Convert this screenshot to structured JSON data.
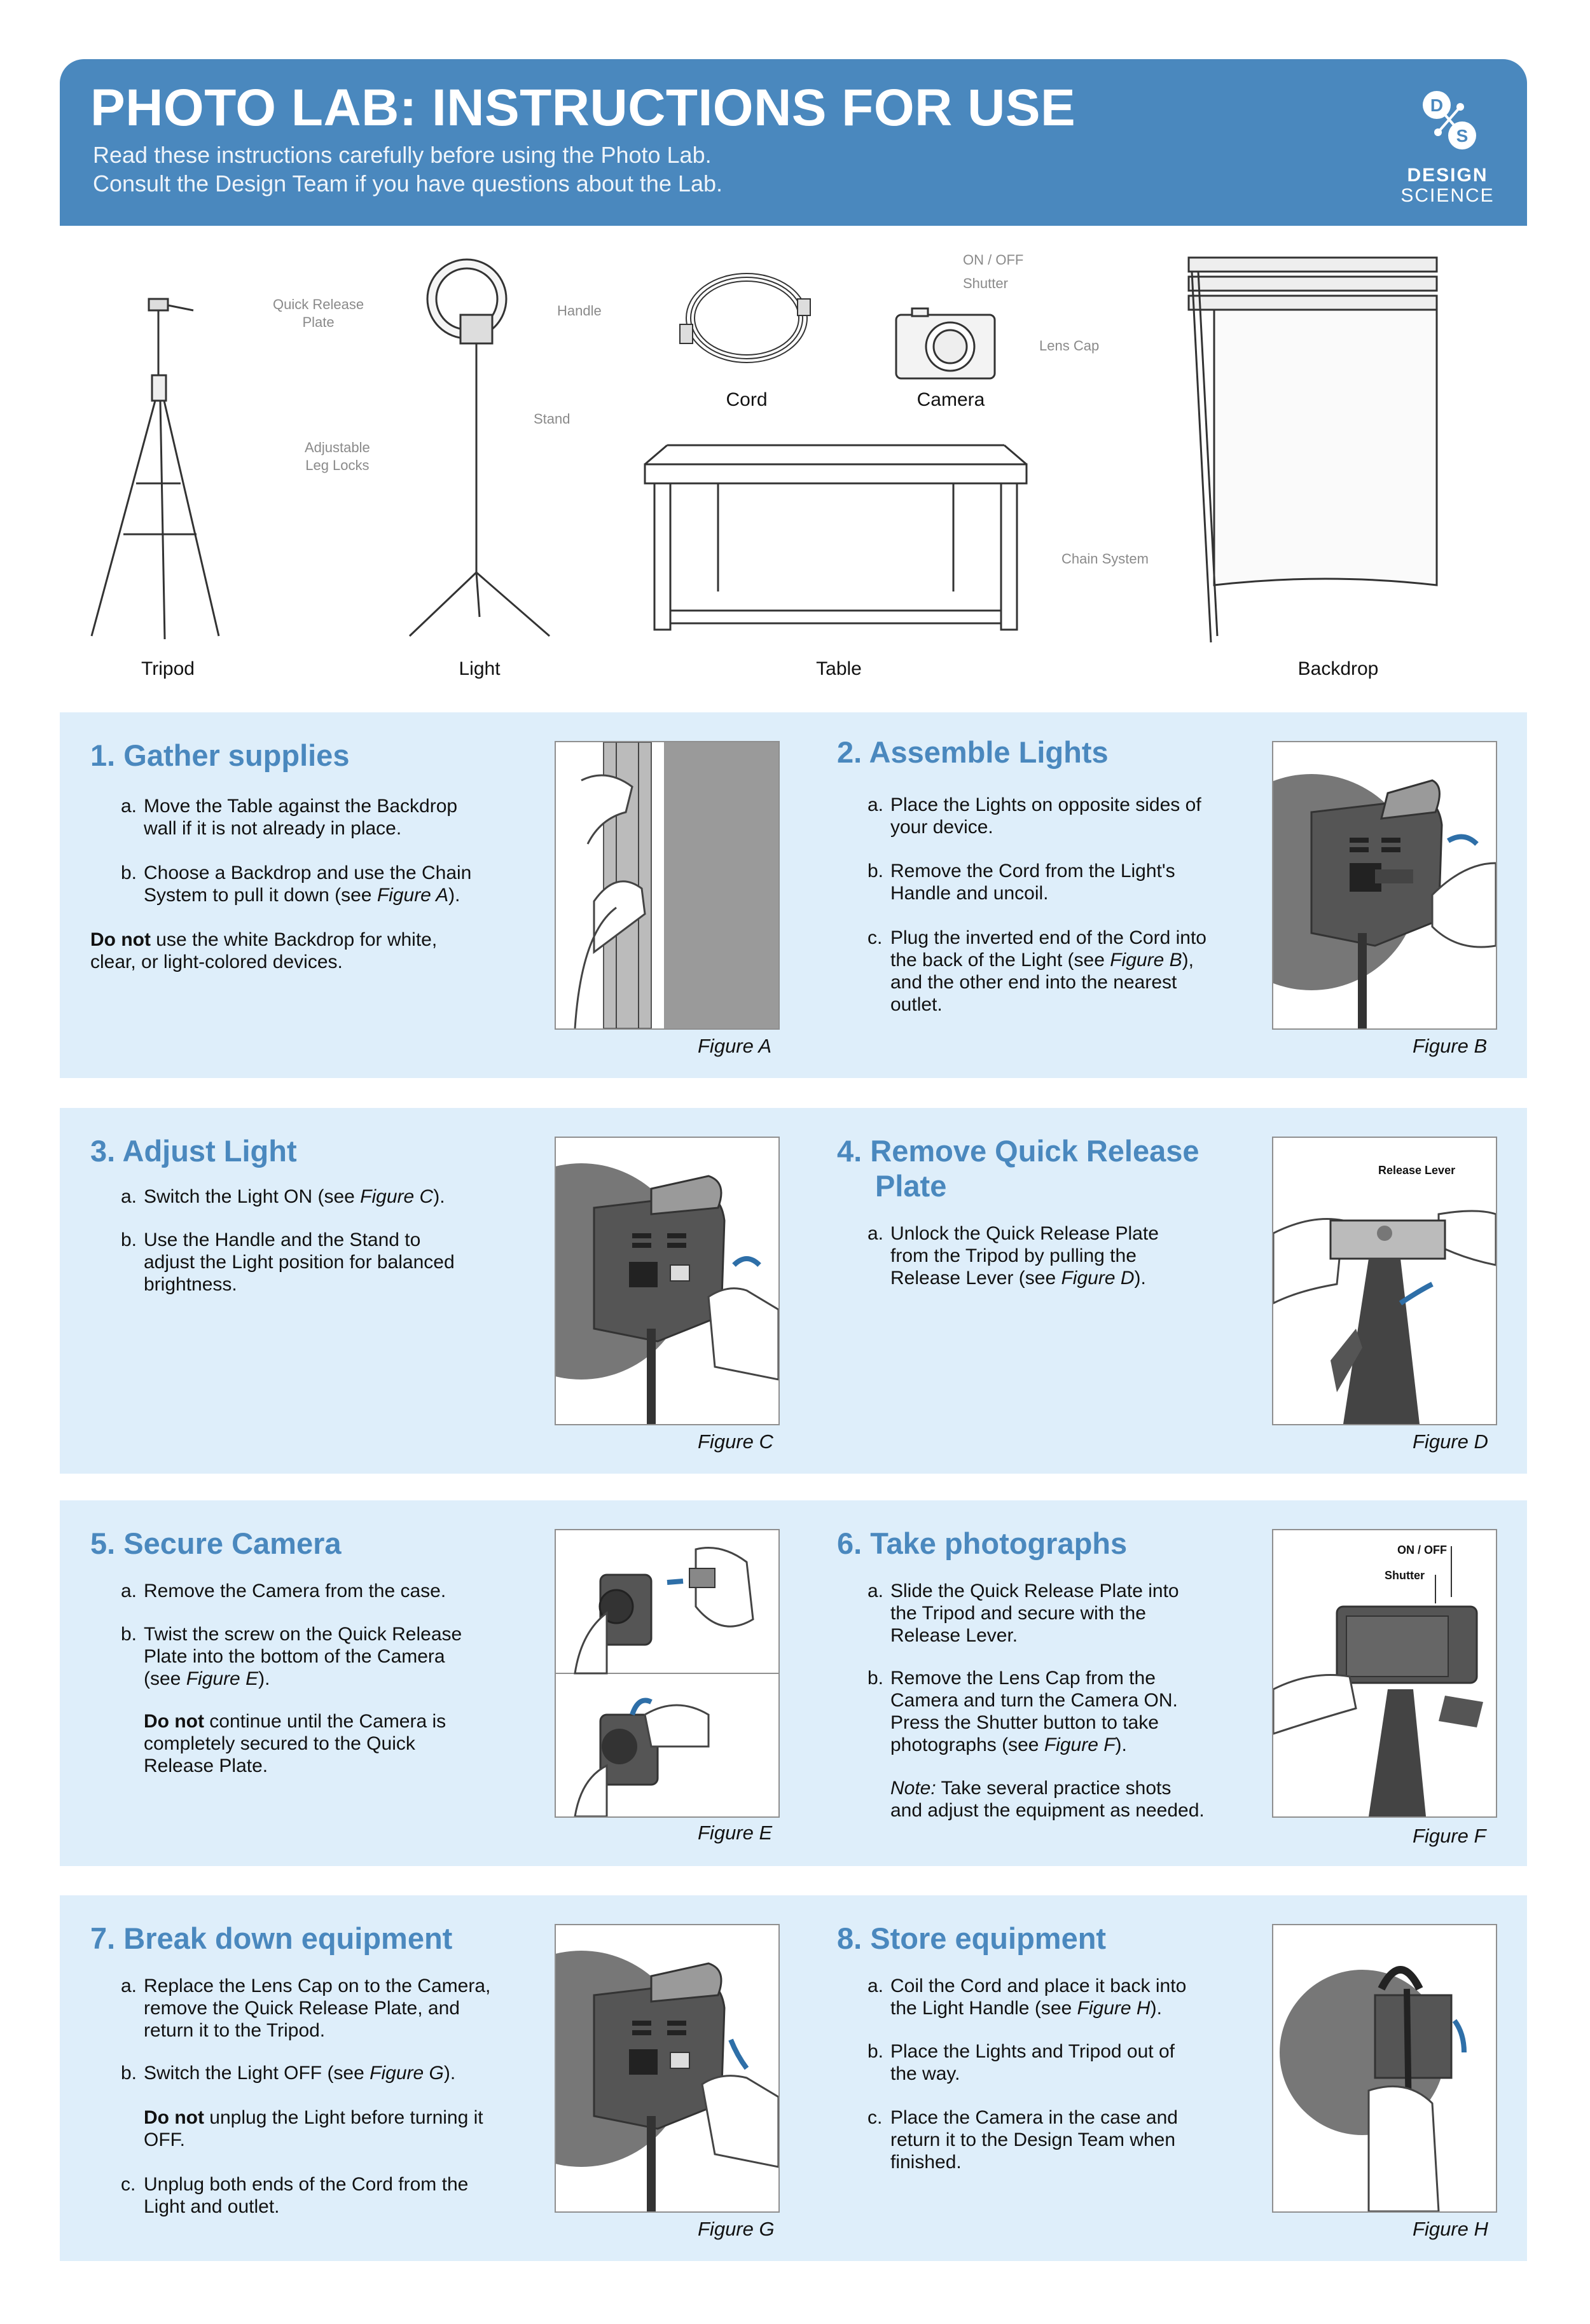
{
  "header": {
    "title": "PHOTO LAB: INSTRUCTIONS FOR USE",
    "subtitle_1": "Read these instructions carefully before using the Photo Lab.",
    "subtitle_2": "Consult the Design Team if you have questions about the Lab.",
    "logo_letter_d": "D",
    "logo_letter_s": "S",
    "logo_word_1": "DESIGN",
    "logo_word_2": "SCIENCE"
  },
  "equipment": {
    "tripod": {
      "label": "Tripod",
      "callout_plate_1": "Quick Release",
      "callout_plate_2": "Plate",
      "callout_legs_1": "Adjustable",
      "callout_legs_2": "Leg Locks"
    },
    "light": {
      "label": "Light",
      "callout_handle": "Handle",
      "callout_stand": "Stand"
    },
    "cord": {
      "label": "Cord"
    },
    "camera": {
      "label": "Camera",
      "callout_onoff": "ON / OFF",
      "callout_shutter": "Shutter",
      "callout_lenscap": "Lens Cap"
    },
    "table": {
      "label": "Table"
    },
    "backdrop": {
      "label": "Backdrop",
      "callout_chain": "Chain System"
    }
  },
  "steps": [
    {
      "title": "1. Gather supplies",
      "figure": "Figure A",
      "items": [
        {
          "label": "a.",
          "line1": "Move the Table against the Backdrop",
          "line2": "wall if it is not already in place."
        },
        {
          "label": "b.",
          "line1": "Choose a Backdrop and use the Chain",
          "line2_pre": "System to pull it down (see ",
          "line2_fig": "Figure A",
          "line2_post": ")."
        }
      ],
      "note_bold": "Do not",
      "note_rest": " use the white Backdrop for white,",
      "note_line2": "clear, or light-colored devices."
    },
    {
      "title": "2. Assemble Lights",
      "figure": "Figure B",
      "items": [
        {
          "label": "a.",
          "line1": "Place the Lights on opposite sides of",
          "line2": "your device."
        },
        {
          "label": "b.",
          "line1": "Remove the Cord from the Light's",
          "line2": "Handle and uncoil."
        },
        {
          "label": "c.",
          "line1": "Plug the inverted end of the Cord into",
          "line2_pre": "the back of the Light (see ",
          "line2_fig": "Figure B",
          "line2_post": "),",
          "line3": "and the other end into the nearest",
          "line4": "outlet."
        }
      ]
    },
    {
      "title": "3. Adjust Light",
      "figure": "Figure C",
      "items": [
        {
          "label": "a.",
          "line1_pre": "Switch the Light ON (see ",
          "line1_fig": "Figure C",
          "line1_post": ")."
        },
        {
          "label": "b.",
          "line1": "Use the Handle and the Stand to",
          "line2": "adjust the Light position for balanced",
          "line3": "brightness."
        }
      ]
    },
    {
      "title_1": "4. Remove Quick Release",
      "title_2": "Plate",
      "figure": "Figure D",
      "fig_label": "Release Lever",
      "items": [
        {
          "label": "a.",
          "line1": "Unlock the Quick Release Plate",
          "line2": "from the Tripod by pulling the",
          "line3_pre": "Release Lever (see ",
          "line3_fig": "Figure D",
          "line3_post": ")."
        }
      ]
    },
    {
      "title": "5. Secure Camera",
      "figure": "Figure E",
      "items": [
        {
          "label": "a.",
          "line1": "Remove the Camera from the case."
        },
        {
          "label": "b.",
          "line1": "Twist the screw on the Quick Release",
          "line2": "Plate into the bottom of the Camera",
          "line3_pre": "(see ",
          "line3_fig": "Figure E",
          "line3_post": ")."
        }
      ],
      "note_bold": "Do not",
      "note_rest": " continue until the Camera is",
      "note_line2": "completely secured to the Quick",
      "note_line3": "Release Plate."
    },
    {
      "title": "6. Take photographs",
      "figure": "Figure F",
      "fig_label_1": "ON / OFF",
      "fig_label_2": "Shutter",
      "items": [
        {
          "label": "a.",
          "line1": "Slide the Quick Release Plate into",
          "line2": "the Tripod and secure with the",
          "line3": "Release Lever."
        },
        {
          "label": "b.",
          "line1": "Remove the Lens Cap from the",
          "line2": "Camera and turn the Camera ON.",
          "line3": "Press the Shutter button to take",
          "line4_pre": "photographs (see ",
          "line4_fig": "Figure F",
          "line4_post": ")."
        }
      ],
      "note_italic": "Note:",
      "note_rest": " Take several practice shots",
      "note_line2": "and adjust the equipment as needed."
    },
    {
      "title": "7. Break down equipment",
      "figure": "Figure G",
      "items": [
        {
          "label": "a.",
          "line1": "Replace the Lens Cap on to the Camera,",
          "line2": "remove the Quick Release Plate, and",
          "line3": "return it to the Tripod."
        },
        {
          "label": "b.",
          "line1_pre": "Switch the Light OFF (see ",
          "line1_fig": "Figure G",
          "line1_post": ")."
        },
        {
          "label": "c.",
          "line1": "Unplug both ends of the Cord from the",
          "line2": "Light and outlet."
        }
      ],
      "note_bold": "Do not",
      "note_rest": " unplug the Light before turning it",
      "note_line2": "OFF."
    },
    {
      "title": "8. Store equipment",
      "figure": "Figure H",
      "items": [
        {
          "label": "a.",
          "line1": "Coil the Cord and place it back into",
          "line2_pre": "the Light Handle (see ",
          "line2_fig": "Figure H",
          "line2_post": ")."
        },
        {
          "label": "b.",
          "line1": "Place the Lights and Tripod out of",
          "line2": "the way."
        },
        {
          "label": "c.",
          "line1": "Place the Camera in the case and",
          "line2": "return it to the Design Team when",
          "line3": "finished."
        }
      ]
    }
  ],
  "colors": {
    "header_blue": "#4a88be",
    "panel_bg": "#deeefa",
    "title_blue": "#4a88be"
  }
}
